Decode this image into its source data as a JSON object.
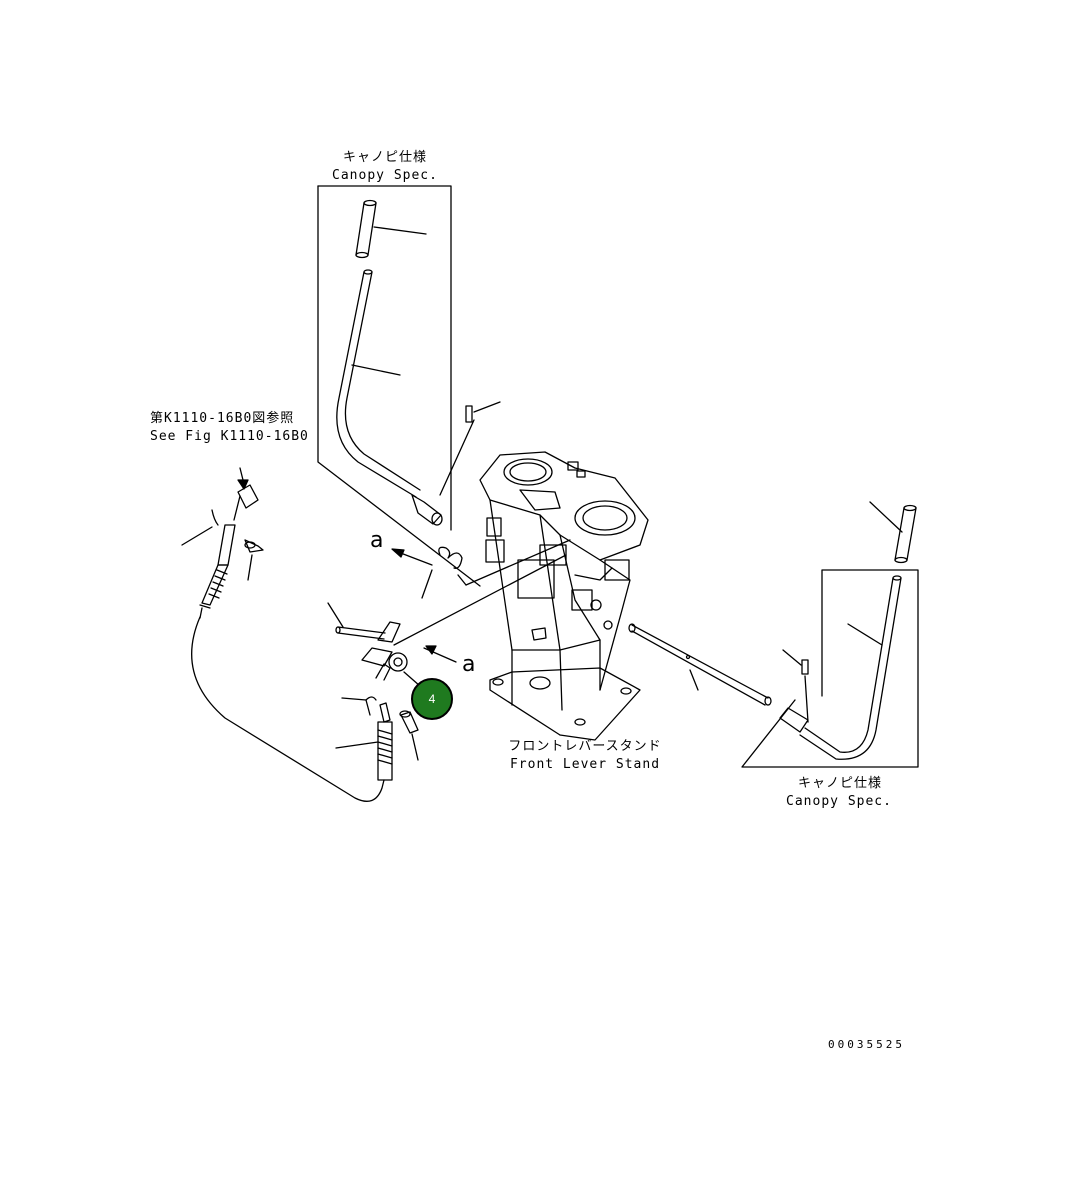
{
  "labels": {
    "canopy_left_jp": "キャノピ仕様",
    "canopy_left_en": "Canopy Spec.",
    "see_fig_jp": "第K1110-16B0図参照",
    "see_fig_en": "See Fig K1110-16B0",
    "front_lever_jp": "フロントレバースタンド",
    "front_lever_en": "Front Lever Stand",
    "canopy_right_jp": "キャノピ仕様",
    "canopy_right_en": "Canopy Spec.",
    "ref_a_left": "a",
    "ref_a_right": "a",
    "drawing_number": "00035525"
  },
  "callouts": [
    {
      "number": "4",
      "color": "#1f7a1f"
    }
  ]
}
